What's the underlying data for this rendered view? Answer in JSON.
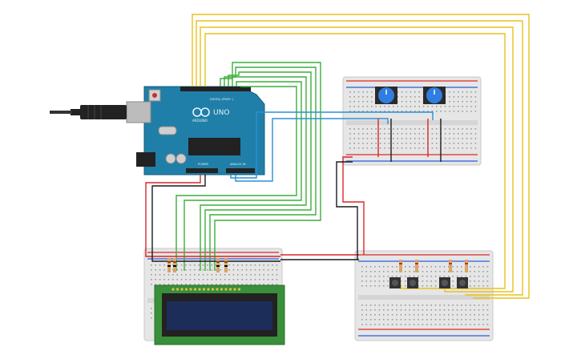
{
  "arduino": {
    "brand": "ARDUINO",
    "model": "UNO",
    "digital_label": "DIGITAL (PWM~)",
    "power_label": "POWER",
    "analog_label": "ANALOG IN",
    "board_color": "#1f7fa8"
  },
  "lcd": {
    "pcb_color": "#3a8f3a",
    "screen_color": "#1d2d5a"
  },
  "wire_colors": {
    "yellow": "#e8c21d",
    "green": "#3cae3c",
    "blue": "#2b8fd6",
    "red": "#d8272a",
    "black": "#1b1b1b"
  },
  "icons": [
    "usb-cable-icon",
    "potentiometer-icon",
    "pushbutton-icon",
    "resistor-icon"
  ]
}
